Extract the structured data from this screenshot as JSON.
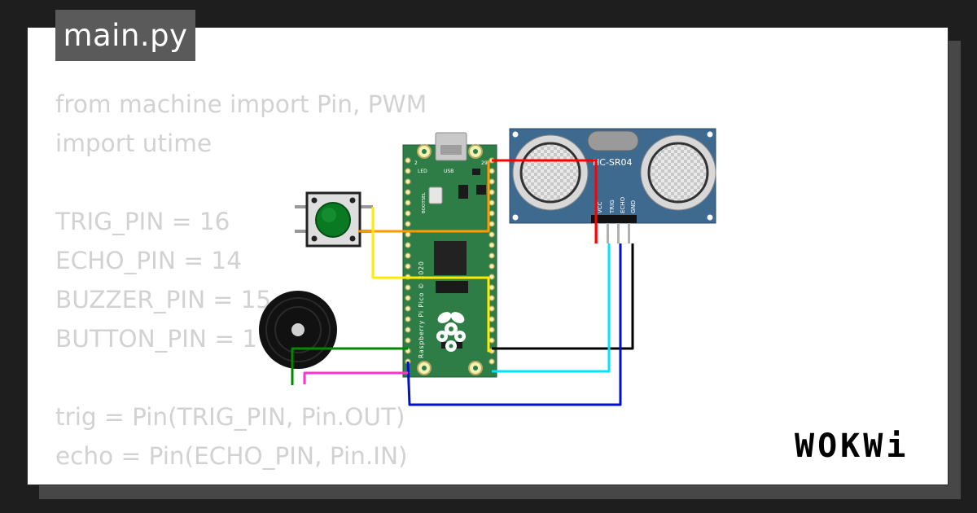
{
  "tab": {
    "filename": "main.py"
  },
  "code_lines": [
    "from machine import Pin, PWM",
    "import utime",
    "",
    "TRIG_PIN = 16",
    "ECHO_PIN = 14",
    "BUZZER_PIN = 15",
    "BUTTON_PIN = 1",
    "",
    "trig = Pin(TRIG_PIN, Pin.OUT)",
    "echo = Pin(ECHO_PIN, Pin.IN)"
  ],
  "pico": {
    "pin_label_2": "2",
    "pin_label_29": "29",
    "led_label": "LED",
    "usb_label": "USB",
    "bootsel_label": "BOOTSEL",
    "board_text": "Raspberry Pi Pico © 2020"
  },
  "sensor": {
    "model": "HC-SR04",
    "pins": [
      "VCC",
      "TRIG",
      "ECHO",
      "GND"
    ]
  },
  "brand": {
    "name": "WOKWi"
  },
  "colors": {
    "pcb_green": "#2e7d46",
    "sensor_blue": "#3e6a8f",
    "wire_red": "#ff0000",
    "wire_orange": "#ff9900",
    "wire_yellow": "#ffea00",
    "wire_black": "#000000",
    "wire_cyan": "#00e5ff",
    "wire_blue": "#0010cc",
    "wire_green": "#008800",
    "wire_magenta": "#ff33cc"
  }
}
